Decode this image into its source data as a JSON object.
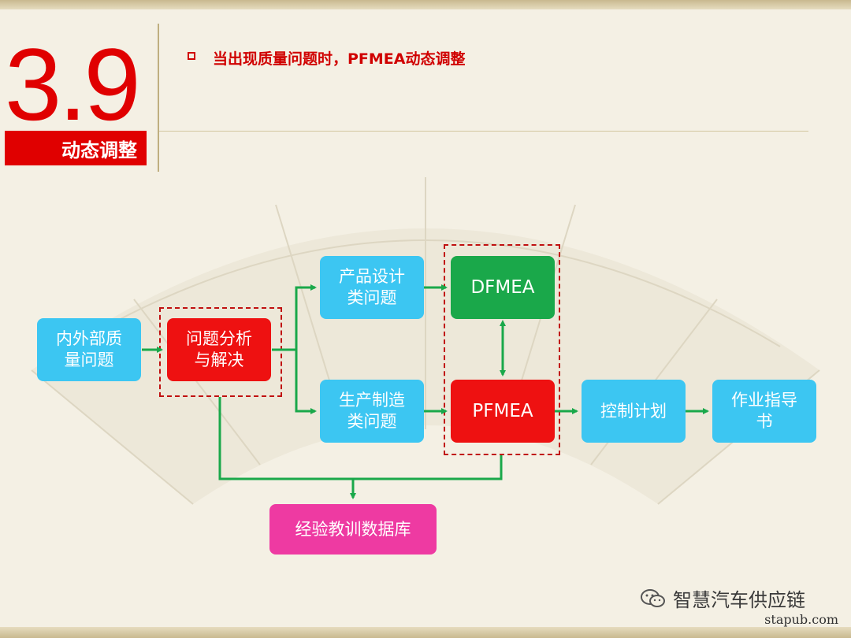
{
  "header": {
    "section_number": "3.9",
    "section_label": "动态调整",
    "subtitle": "当出现质量问题时，PFMEA动态调整"
  },
  "diagram": {
    "nodes": {
      "external_issue": "内外部质\n量问题",
      "analysis": "问题分析\n与解决",
      "design_issue": "产品设计\n类问题",
      "process_issue": "生产制造\n类问题",
      "dfmea": "DFMEA",
      "pfmea": "PFMEA",
      "control_plan": "控制计划",
      "work_instruction": "作业指导\n书",
      "lessons_db": "经验教训数据库"
    },
    "colors": {
      "blue": "#3cc6f2",
      "red": "#ee1111",
      "green": "#1aa84a",
      "pink": "#ee3aa2",
      "arrow": "#1aa84a",
      "accent": "#e00000"
    }
  },
  "footer": {
    "watermark": "智慧汽车供应链",
    "site": "stapub.com"
  }
}
